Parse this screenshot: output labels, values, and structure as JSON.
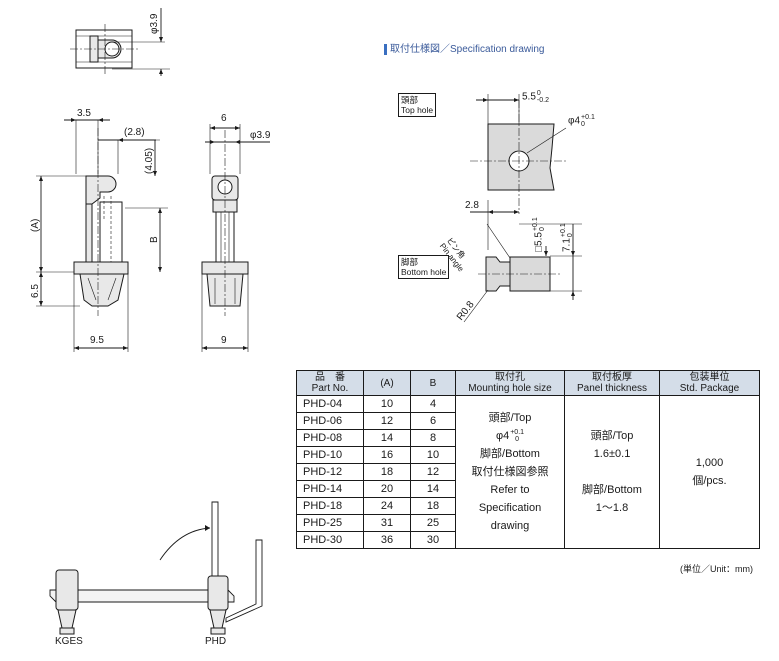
{
  "drawing": {
    "top_view": {
      "dia": "φ3.9"
    },
    "front_view": {
      "dim_3_5": "3.5",
      "dim_2_8": "(2.8)",
      "dim_4_05": "(4.05)",
      "dim_A": "(A)",
      "dim_B": "B",
      "dim_6_5": "6.5",
      "dim_9_5": "9.5"
    },
    "side_view": {
      "dim_6": "6",
      "dia": "φ3.9",
      "dim_9": "9"
    }
  },
  "spec_drawing": {
    "title": "取付仕様図／Specification drawing",
    "top_hole_label": [
      "頭部",
      "Top hole"
    ],
    "bottom_hole_label": [
      "脚部",
      "Bottom hole"
    ],
    "dim_5_5_top": "5.5",
    "dim_5_5_top_tol": [
      "0",
      "-0.2"
    ],
    "dia_hole": "φ4",
    "dia_hole_tol": [
      "+0.1",
      "0"
    ],
    "dim_2_8": "2.8",
    "pin_angle": [
      "ピン角",
      "Pin angle"
    ],
    "sq_5_5": "□5.5",
    "sq_5_5_tol": [
      "+0.1",
      "0"
    ],
    "dim_7_1": "7.1",
    "dim_7_1_tol": [
      "+0.1",
      "0"
    ],
    "r_0_8": "R0.8"
  },
  "table": {
    "headers": [
      [
        "品　番",
        "Part No."
      ],
      [
        "(A)",
        ""
      ],
      [
        "B",
        ""
      ],
      [
        "取付孔",
        "Mounting hole size"
      ],
      [
        "取付板厚",
        "Panel thickness"
      ],
      [
        "包装単位",
        "Std. Package"
      ]
    ],
    "rows": [
      [
        "PHD-04",
        "10",
        "4"
      ],
      [
        "PHD-06",
        "12",
        "6"
      ],
      [
        "PHD-08",
        "14",
        "8"
      ],
      [
        "PHD-10",
        "16",
        "10"
      ],
      [
        "PHD-12",
        "18",
        "12"
      ],
      [
        "PHD-14",
        "20",
        "14"
      ],
      [
        "PHD-18",
        "24",
        "18"
      ],
      [
        "PHD-25",
        "31",
        "25"
      ],
      [
        "PHD-30",
        "36",
        "30"
      ]
    ],
    "mounting_hole": [
      "頭部/Top",
      "φ4",
      "脚部/Bottom",
      "取付仕様図参照",
      "Refer to",
      "Specification",
      "drawing"
    ],
    "mounting_hole_tol": [
      "+0.1",
      "0"
    ],
    "panel_thickness": [
      "頭部/Top",
      "1.6±0.1",
      "",
      "脚部/Bottom",
      "1～1.8"
    ],
    "package": [
      "1,000",
      "個/pcs."
    ],
    "unit_note": "(単位／Unit：mm)"
  },
  "illustration": {
    "label_left": "KGES",
    "label_right": "PHD"
  }
}
